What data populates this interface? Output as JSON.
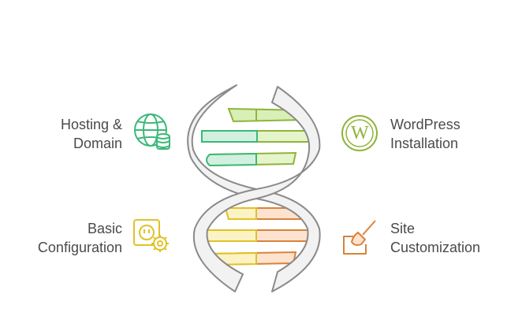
{
  "steps": [
    {
      "line1": "Hosting &",
      "line2": "Domain",
      "icon": "globe-database-icon",
      "color": "#3cb878"
    },
    {
      "line1": "WordPress",
      "line2": "Installation",
      "icon": "wordpress-logo-icon",
      "color": "#8fb43a"
    },
    {
      "line1": "Basic",
      "line2": "Configuration",
      "icon": "settings-panel-gear-icon",
      "color": "#e0c227"
    },
    {
      "line1": "Site",
      "line2": "Customization",
      "icon": "paint-brush-icon",
      "color": "#d9823a"
    }
  ],
  "logo_text": "W"
}
